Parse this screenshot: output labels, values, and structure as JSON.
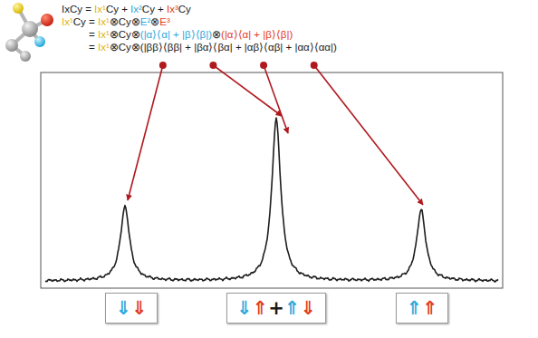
{
  "diagram": {
    "nodes": [
      {
        "text": [
          "⇓",
          "⇓"
        ]
      },
      {
        "text": [
          "⇓",
          "⇑",
          "+",
          "⇑",
          "⇓"
        ]
      },
      {
        "text": [
          "⇑",
          "⇑"
        ]
      }
    ],
    "labels": [
      "IxCy = ",
      "Ix¹",
      "Cy + ",
      "Ix²",
      "Cy + ",
      "Ix³",
      "Cy",
      "Ix¹",
      "Cy = ",
      "Ix¹",
      "⊗Cy⊗",
      "E²",
      "⊗",
      "E³",
      "= ",
      "Ix¹",
      "⊗Cy⊗",
      "(|α⟩⟨α| + |β⟩⟨β|)",
      "⊗",
      "(|α⟩⟨α| + |β⟩⟨β|)",
      "= ",
      "Ix¹",
      "⊗Cy⊗(",
      "|ββ⟩⟨ββ|",
      " + ",
      "|βα⟩⟨βα|",
      " + ",
      "|αβ⟩⟨αβ|",
      " + ",
      "|αα⟩⟨αα|",
      ")"
    ]
  }
}
